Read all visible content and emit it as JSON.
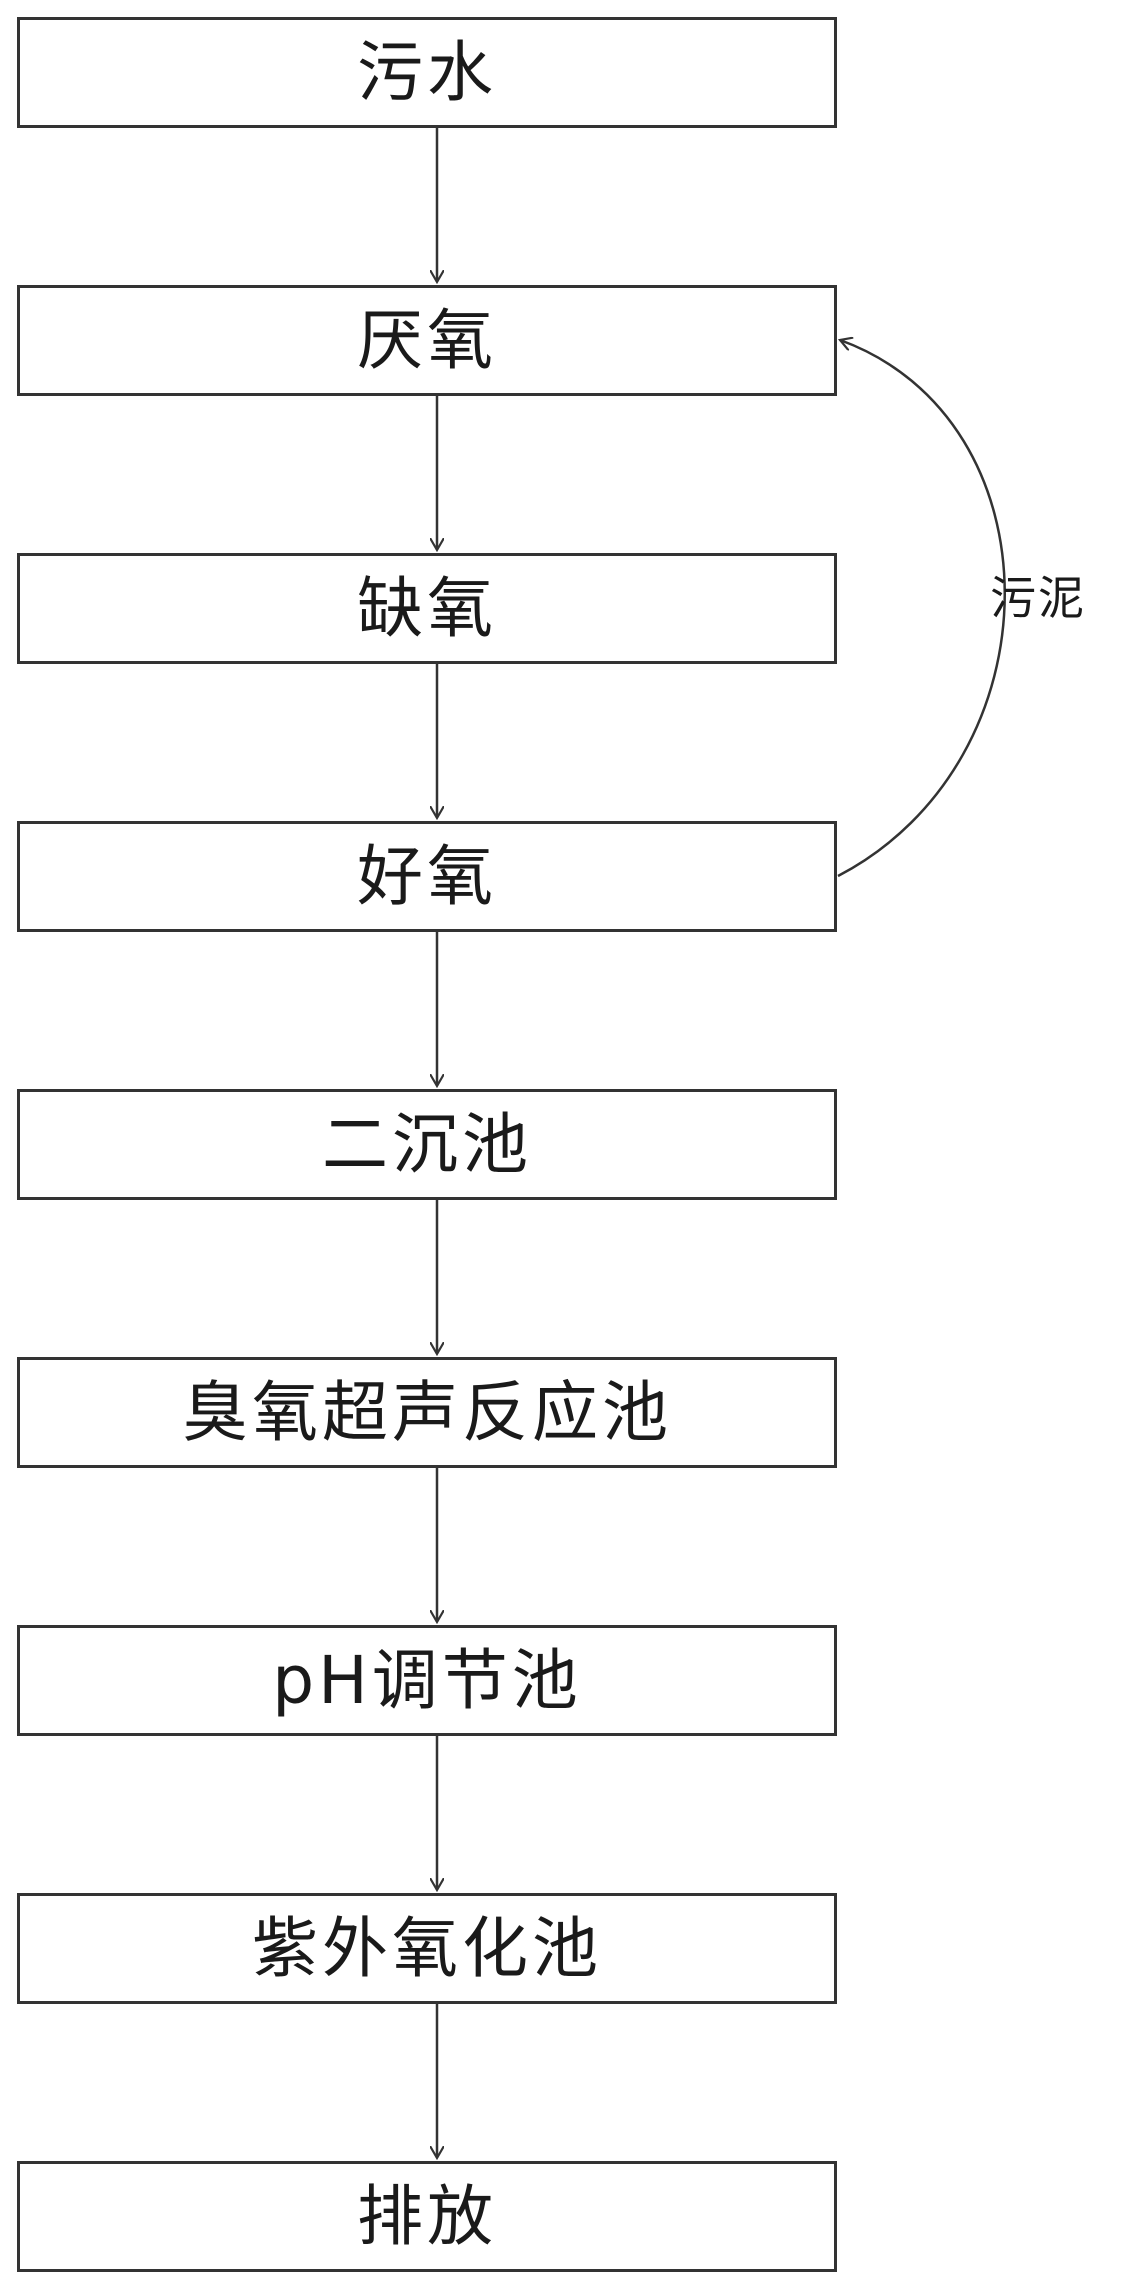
{
  "steps": [
    {
      "label": "污水"
    },
    {
      "label": "厌氧"
    },
    {
      "label": "缺氧"
    },
    {
      "label": "好氧"
    },
    {
      "label": "二沉池"
    },
    {
      "label": "臭氧超声反应池"
    },
    {
      "label": "pH调节池"
    },
    {
      "label": "紫外氧化池"
    },
    {
      "label": "排放"
    }
  ],
  "return_flow": {
    "label": "污泥",
    "from": "好氧",
    "to": "厌氧"
  }
}
